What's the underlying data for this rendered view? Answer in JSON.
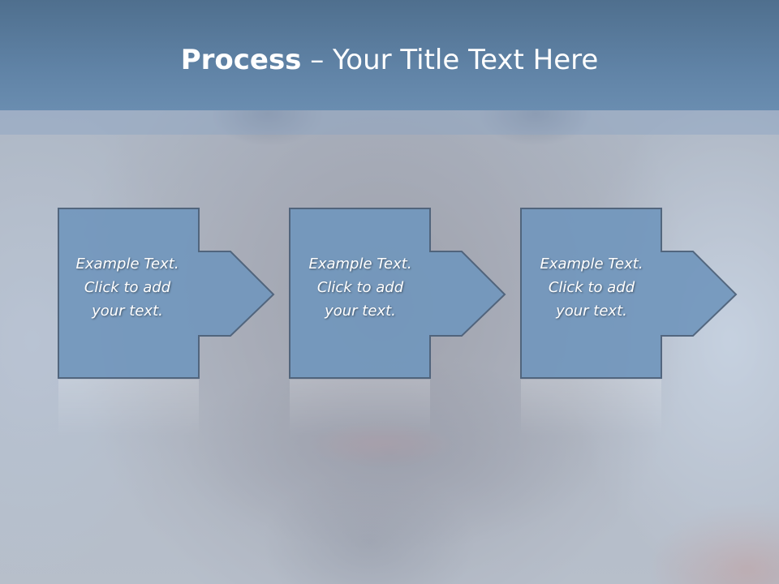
{
  "title": {
    "bold_part": "Process",
    "rest": " – Your Title Text Here"
  },
  "steps": [
    {
      "line1": "Example Text.",
      "line2": "Click  to add",
      "line3": "your text."
    },
    {
      "line1": "Example Text.",
      "line2": "Click  to add",
      "line3": "your text."
    },
    {
      "line1": "Example Text.",
      "line2": "Click  to add",
      "line3": "your text."
    }
  ],
  "colors": {
    "header": "#5f82a5",
    "shape_fill": "#7297bd",
    "shape_border": "#4a5f78",
    "text": "#ffffff"
  }
}
